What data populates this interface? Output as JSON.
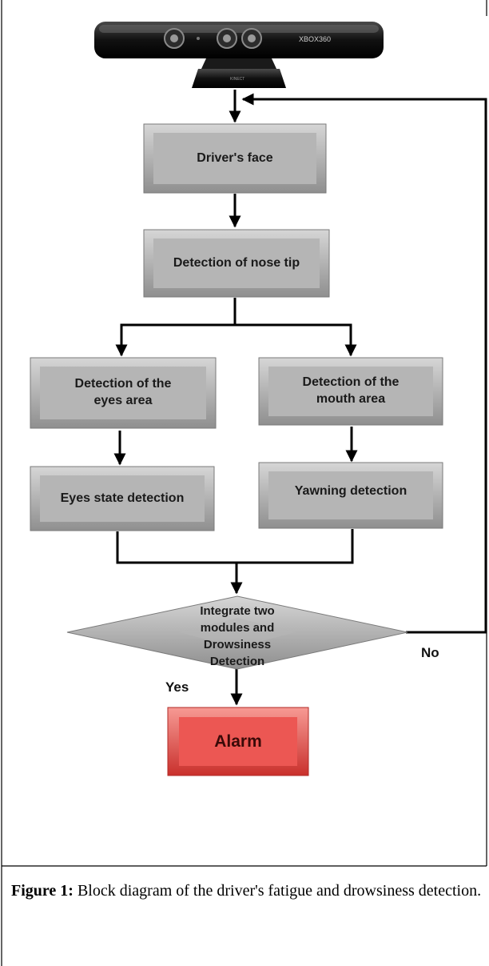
{
  "sensor": {
    "label": "XBOX360",
    "base_label": "KINECT"
  },
  "nodes": {
    "drivers_face": "Driver's face",
    "nose_tip": "Detection of nose tip",
    "eyes_area": "Detection of the\neyes area",
    "mouth_area": "Detection of the\nmouth area",
    "eyes_state": "Eyes state detection",
    "yawning": "Yawning detection",
    "decision": "Integrate two\nmodules and\nDrowsiness\nDetection",
    "alarm": "Alarm"
  },
  "edges": {
    "no": "No",
    "yes": "Yes"
  },
  "caption": {
    "label": "Figure 1:",
    "text": " Block diagram of the driver's fatigue and drowsiness detection."
  },
  "colors": {
    "box_fill": "#b1b1b1",
    "alarm_fill": "#ee5a57",
    "arrow": "#000000"
  }
}
